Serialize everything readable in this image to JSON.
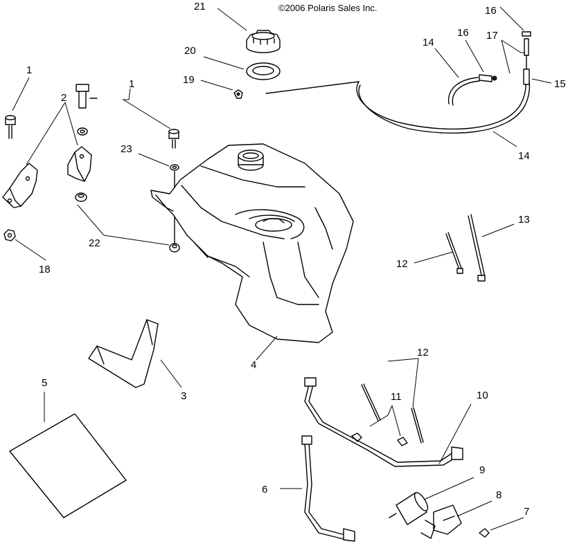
{
  "copyright": "©2006 Polaris Sales Inc.",
  "callouts": {
    "c1a": "1",
    "c1b": "1",
    "c2": "2",
    "c3": "3",
    "c4": "4",
    "c5": "5",
    "c6": "6",
    "c7": "7",
    "c8": "8",
    "c9": "9",
    "c10": "10",
    "c11": "11",
    "c12a": "12",
    "c12b": "12",
    "c13": "13",
    "c14a": "14",
    "c14b": "14",
    "c15": "15",
    "c16a": "16",
    "c16b": "16",
    "c17": "17",
    "c18": "18",
    "c19": "19",
    "c20": "20",
    "c21": "21",
    "c22": "22",
    "c23": "23"
  }
}
